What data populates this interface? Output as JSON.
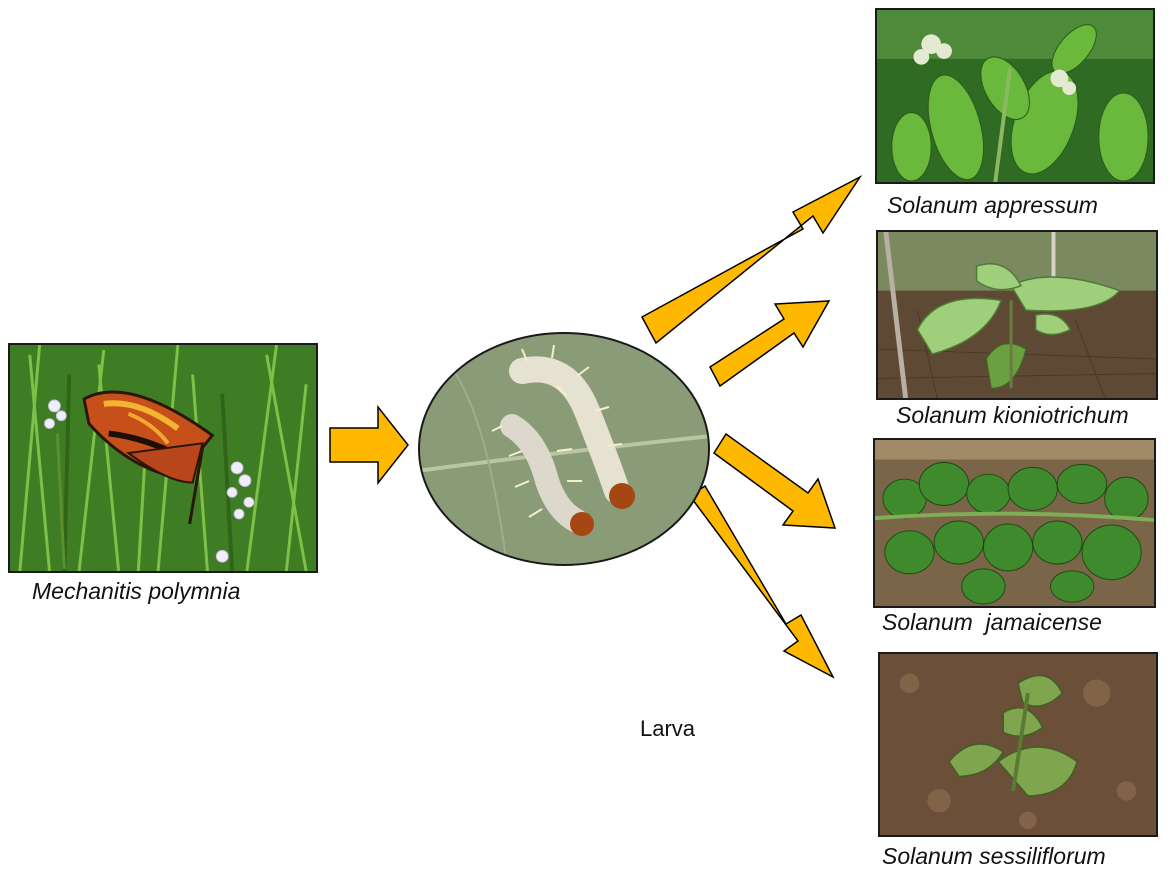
{
  "colors": {
    "arrow_fill": "#FFB800",
    "arrow_stroke": "#000000",
    "frame": "#1a1a1a"
  },
  "butterfly": {
    "caption": "Mechanitis polymnia",
    "icon": "butterfly-photo"
  },
  "larva": {
    "label": "Larva",
    "icon": "larva-photo"
  },
  "host_plants": [
    {
      "caption": "Solanum appressum",
      "icon": "plant-photo"
    },
    {
      "caption": "Solanum kioniotrichum",
      "icon": "plant-photo"
    },
    {
      "caption": "Solanum  jamaicense",
      "icon": "plant-photo"
    },
    {
      "caption": "Solanum sessiliflorum",
      "icon": "plant-photo"
    }
  ]
}
